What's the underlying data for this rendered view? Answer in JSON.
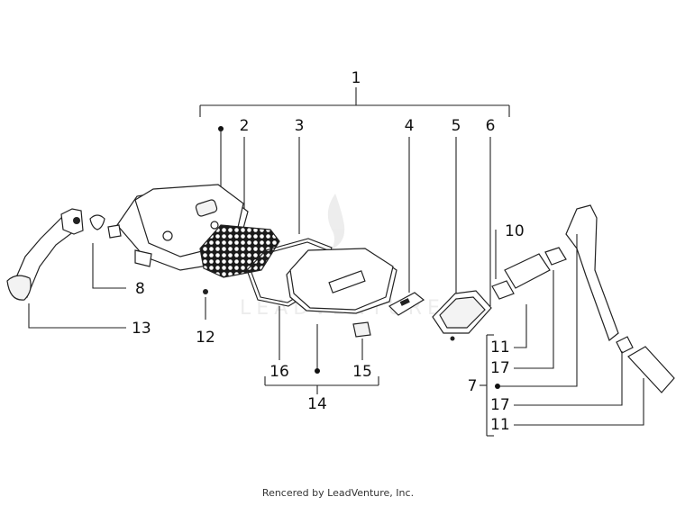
{
  "labels": {
    "l1": "1",
    "l2": "2",
    "l3": "3",
    "l4": "4",
    "l5": "5",
    "l6": "6",
    "l7": "7",
    "l8": "8",
    "l10": "10",
    "l11a": "11",
    "l11b": "11",
    "l12": "12",
    "l13": "13",
    "l14": "14",
    "l15": "15",
    "l16": "16",
    "l17a": "17",
    "l17b": "17"
  },
  "watermark": {
    "text": "LEADVENTURE"
  },
  "footer": {
    "text": "Rencered by LeadVenture, Inc."
  }
}
